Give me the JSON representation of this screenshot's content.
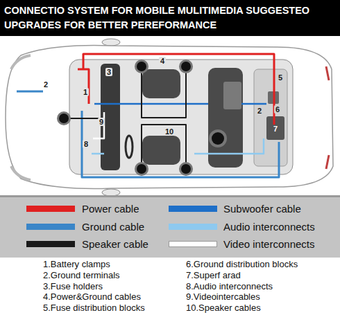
{
  "diagram": {
    "title": "CONNECTIO SYSTEM FOR MOBILE MULITIMEDIA SUGGESTEO UPGRADES FOR BETTER PEREFORMANCE",
    "labels": [
      "1",
      "2",
      "3",
      "4",
      "5",
      "2",
      "6",
      "7",
      "8",
      "9",
      "10",
      "1.Battery clamps",
      "2.Ground terminals",
      "3.Fuse holders",
      "4.Power&Ground cables",
      "5.Fuse distribution blocks",
      "6.Ground distribution blocks",
      "7.Superf arad",
      "8.Audio interconnects",
      "9.Videointercables",
      "10.Speaker cables"
    ],
    "legend": [
      {
        "text": "Power cable",
        "color": "#e02020"
      },
      {
        "text": "Subwoofer cable",
        "color": "#1e6fc8"
      },
      {
        "text": "Ground cable",
        "color": "#3a86c8"
      },
      {
        "text": "Audio interconnects",
        "color": "#8ec9ef"
      },
      {
        "text": "Speaker cable",
        "color": "#1a1a1a"
      },
      {
        "text": "Video interconnects",
        "color": "#ffffff"
      }
    ]
  }
}
